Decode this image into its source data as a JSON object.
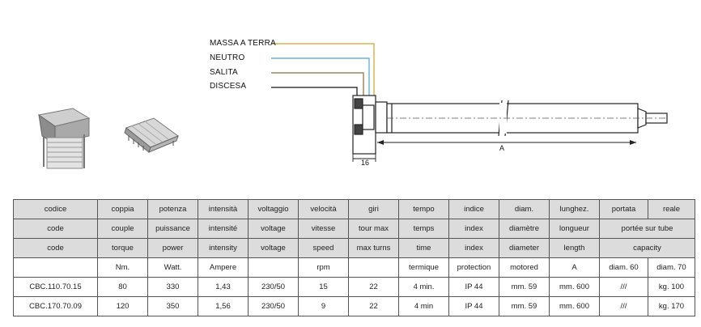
{
  "wires": {
    "ground": "MASSA A TERRA",
    "neutral": "NEUTRO",
    "up": "SALITA",
    "down": "DISCESA",
    "colors": {
      "ground": "#d4a12a",
      "neutral": "#4aa3d8",
      "up": "#8b6a3a",
      "down": "#111111"
    }
  },
  "dimensions": {
    "head": "16",
    "length": "A"
  },
  "table": {
    "row_it": [
      "codice",
      "coppia",
      "potenza",
      "intensità",
      "voltaggio",
      "velocità",
      "giri",
      "tempo",
      "indice",
      "diam.",
      "lunghez.",
      "portata",
      "reale"
    ],
    "row_fr": [
      "code",
      "couple",
      "puissance",
      "intensité",
      "voltage",
      "vitesse",
      "tour max",
      "temps",
      "index",
      "diamètre",
      "longueur",
      "portée sur tube"
    ],
    "row_en": [
      "code",
      "torque",
      "power",
      "intensity",
      "voltage",
      "speed",
      "max turns",
      "time",
      "index",
      "diameter",
      "length",
      "capacity"
    ],
    "row_units": [
      "",
      "Nm.",
      "Watt.",
      "Ampere",
      "",
      "rpm",
      "",
      "termique",
      "protection",
      "motored",
      "A",
      "diam. 60",
      "diam. 70"
    ],
    "rows": [
      [
        "CBC.110.70.15",
        "80",
        "330",
        "1,43",
        "230/50",
        "15",
        "22",
        "4 min.",
        "IP 44",
        "mm. 59",
        "mm. 600",
        "///",
        "kg. 100"
      ],
      [
        "CBC.170.70.09",
        "120",
        "350",
        "1,56",
        "230/50",
        "9",
        "22",
        "4 min",
        "IP 44",
        "mm. 59",
        "mm. 600",
        "///",
        "kg. 170"
      ]
    ]
  }
}
